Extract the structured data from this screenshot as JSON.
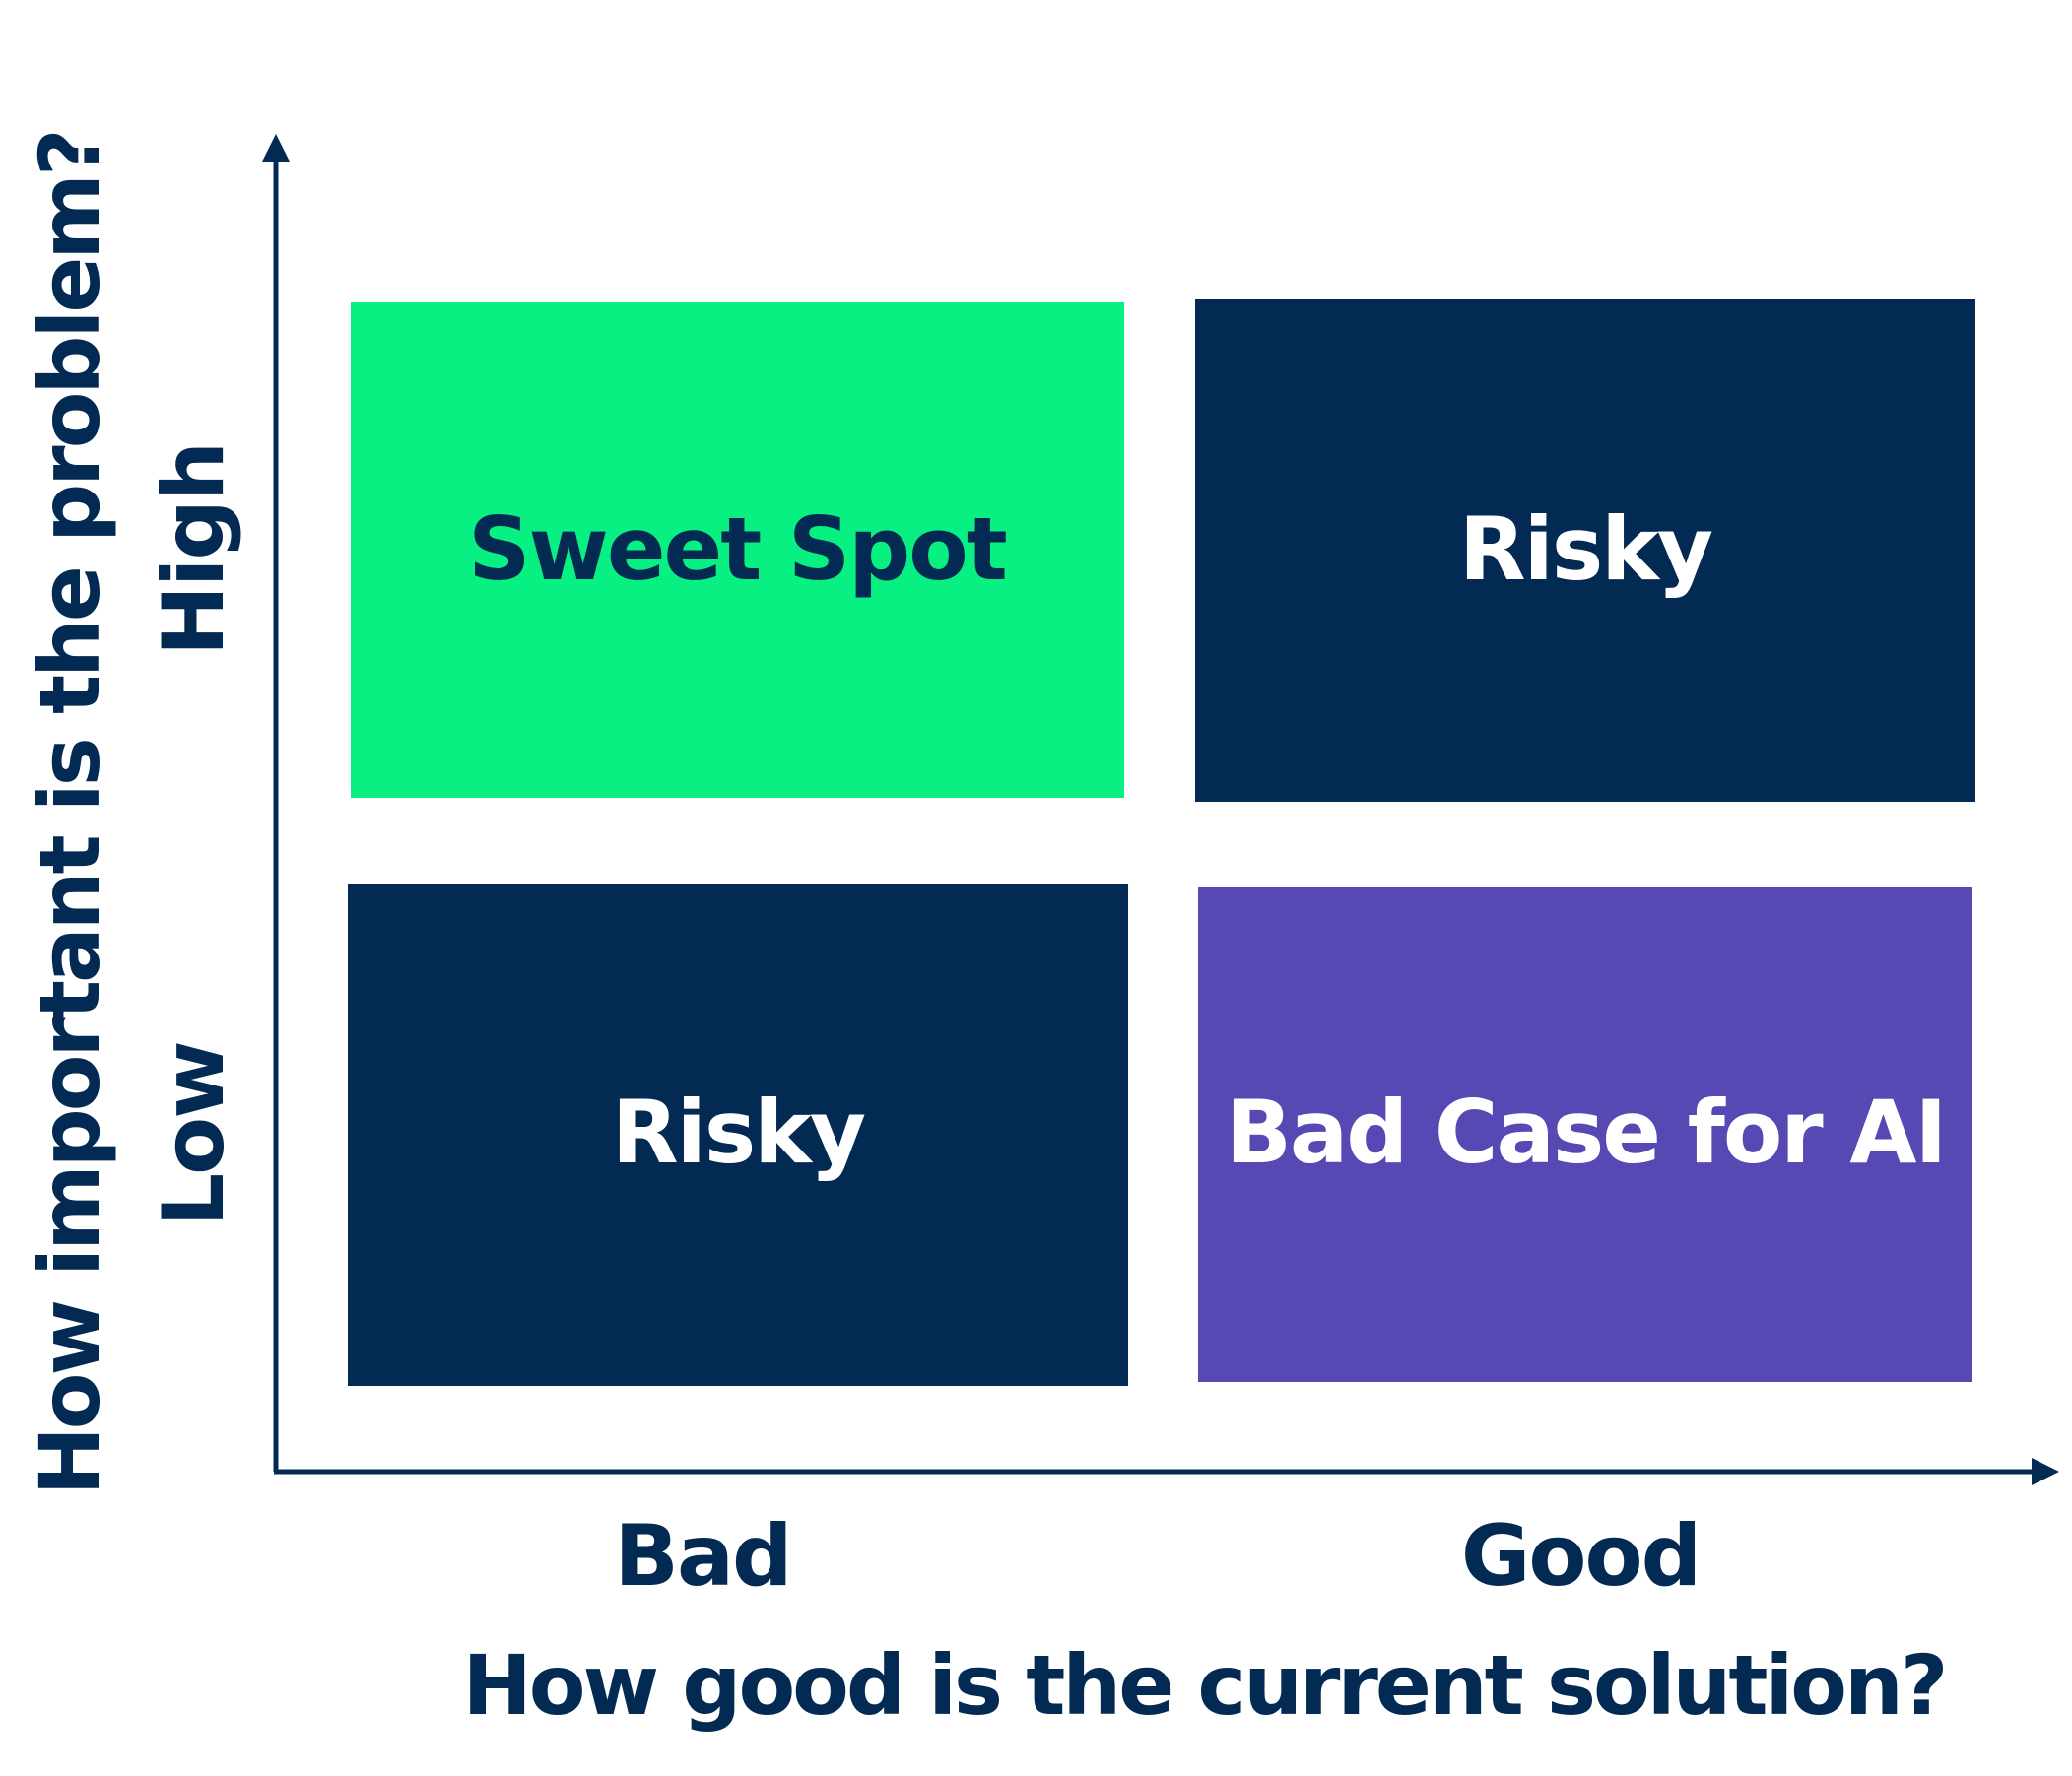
{
  "colors": {
    "navy": "#022a52",
    "green": "#08f081",
    "purple": "#5649b3",
    "white": "#ffffff"
  },
  "quadrants": {
    "top_left": {
      "label": "Sweet Spot"
    },
    "top_right": {
      "label": "Risky"
    },
    "bottom_left": {
      "label": "Risky"
    },
    "bottom_right": {
      "label": "Bad Case for AI"
    }
  },
  "x_axis": {
    "title": "How good is the current solution?",
    "low_label": "Bad",
    "high_label": "Good"
  },
  "y_axis": {
    "title": "How important is the problem?",
    "low_label": "Low",
    "high_label": "High"
  }
}
